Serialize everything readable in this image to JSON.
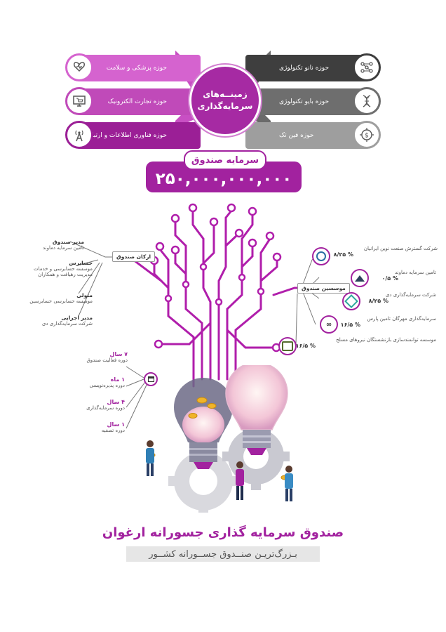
{
  "areas": {
    "center_line1": "زمینــه‌های",
    "center_line2": "سرمایه‌گذاری",
    "left": [
      {
        "label": "حوزه پزشکی و سلامت",
        "icon": "medical-icon"
      },
      {
        "label": "حوزه تجارت الکترونیک",
        "icon": "ecommerce-icon"
      },
      {
        "label": "حوزه فناوری اطلاعات و ارتباطات",
        "icon": "antenna-icon"
      }
    ],
    "right": [
      {
        "label": "حوزه نانو تکنولوژی",
        "icon": "nano-icon"
      },
      {
        "label": "حوزه بایو تکنولوژی",
        "icon": "bio-icon"
      },
      {
        "label": "حوزه فین تک",
        "icon": "fintech-icon"
      }
    ]
  },
  "fund": {
    "capital_label": "سرمایه صندوق",
    "capital_amount": "۲۵۰,۰۰۰,۰۰۰,۰۰۰"
  },
  "pillars": {
    "tag": "ارکان صندوق",
    "items": [
      {
        "title": "مدیر صندوق",
        "value": "تامین سرمایه دماوند"
      },
      {
        "title": "حسابرس",
        "value": "موسسه حسابرسی و خدمات",
        "value2": "مدیریت رهیافت و همکاران"
      },
      {
        "title": "متولی",
        "value": "موسسه حسابرسی حسابرسین"
      },
      {
        "title": "مدیر اجرایی",
        "value": "شرکت سرمایه‌گذاری دی"
      }
    ]
  },
  "founders": {
    "tag": "موسسین صندوق",
    "items": [
      {
        "name": "شرکت گسترش صنعت نوین ایرانیان",
        "share": "% ۸/۲۵"
      },
      {
        "name": "تامین سرمایه دماوند",
        "share": "% ۰/۵"
      },
      {
        "name": "شرکت سرمایه‌گذاری دی",
        "share": "% ۸/۲۵"
      },
      {
        "name": "سرمایه‌گذاری مهرگان تامین پارس",
        "share": "% ۱۶/۵"
      },
      {
        "name": "موسسه توانمندسازی بازنشستگان نیروهای مسلح",
        "share": "% ۱۶/۵"
      }
    ]
  },
  "periods": [
    {
      "value": "۷ سال",
      "label": "دوره فعالیت صندوق"
    },
    {
      "value": "۱ ماه",
      "label": "دوره پذیره‌نویسی"
    },
    {
      "value": "۴ سال",
      "label": "دوره سرمایه‌گذاری"
    },
    {
      "value": "۱ سال",
      "label": "دوره تصفیه"
    }
  ],
  "footer": {
    "title": "صندوق سرمایه گذاری جسورانه ارغوان",
    "subtitle": "بـزرگ‌تریـن صنــدوق جســورانه کشــور"
  },
  "colors": {
    "magenta": "#a2229f",
    "pink": "#d95fce",
    "dark_grey": "#3e3e3e",
    "mid_grey": "#6e6e6e",
    "light_grey": "#9e9e9e"
  }
}
